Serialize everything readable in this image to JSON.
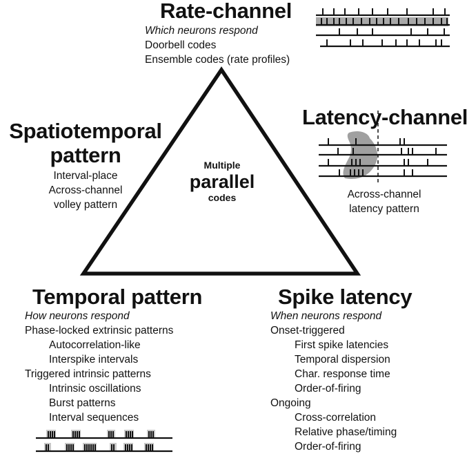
{
  "center": {
    "line1": "Multiple",
    "line2": "parallel",
    "line3": "codes"
  },
  "rate_channel": {
    "title": "Rate-channel",
    "subtitle": "Which neurons respond",
    "items": [
      "Doorbell codes",
      "Ensemble codes (rate profiles)"
    ]
  },
  "spatiotemporal": {
    "title_line1": "Spatiotemporal",
    "title_line2": "pattern",
    "items": [
      "Interval-place",
      "Across-channel",
      "volley pattern"
    ]
  },
  "latency_channel": {
    "title": "Latency-channel",
    "caption_line1": "Across-channel",
    "caption_line2": "latency pattern"
  },
  "temporal_pattern": {
    "title": "Temporal pattern",
    "subtitle": "How neurons respond",
    "items": [
      {
        "text": "Phase-locked extrinsic patterns",
        "indent": false
      },
      {
        "text": "Autocorrelation-like",
        "indent": true
      },
      {
        "text": "Interspike intervals",
        "indent": true
      },
      {
        "text": "Triggered intrinsic patterns",
        "indent": false
      },
      {
        "text": "Intrinsic oscillations",
        "indent": true
      },
      {
        "text": "Burst patterns",
        "indent": true
      },
      {
        "text": "Interval sequences",
        "indent": true
      }
    ]
  },
  "spike_latency": {
    "title": "Spike latency",
    "subtitle": "When neurons respond",
    "items": [
      {
        "text": "Onset-triggered",
        "indent": false
      },
      {
        "text": "First spike latencies",
        "indent": true
      },
      {
        "text": "Temporal dispersion",
        "indent": true
      },
      {
        "text": "Char. response time",
        "indent": true
      },
      {
        "text": "Order-of-firing",
        "indent": true
      },
      {
        "text": "Ongoing",
        "indent": false
      },
      {
        "text": "Cross-correlation",
        "indent": true
      },
      {
        "text": "Relative phase/timing",
        "indent": true
      },
      {
        "text": "Order-of-firing",
        "indent": true
      }
    ]
  },
  "colors": {
    "ink": "#111111",
    "triangle_fill": "#ffffff",
    "shade": "#9a9a9a"
  }
}
